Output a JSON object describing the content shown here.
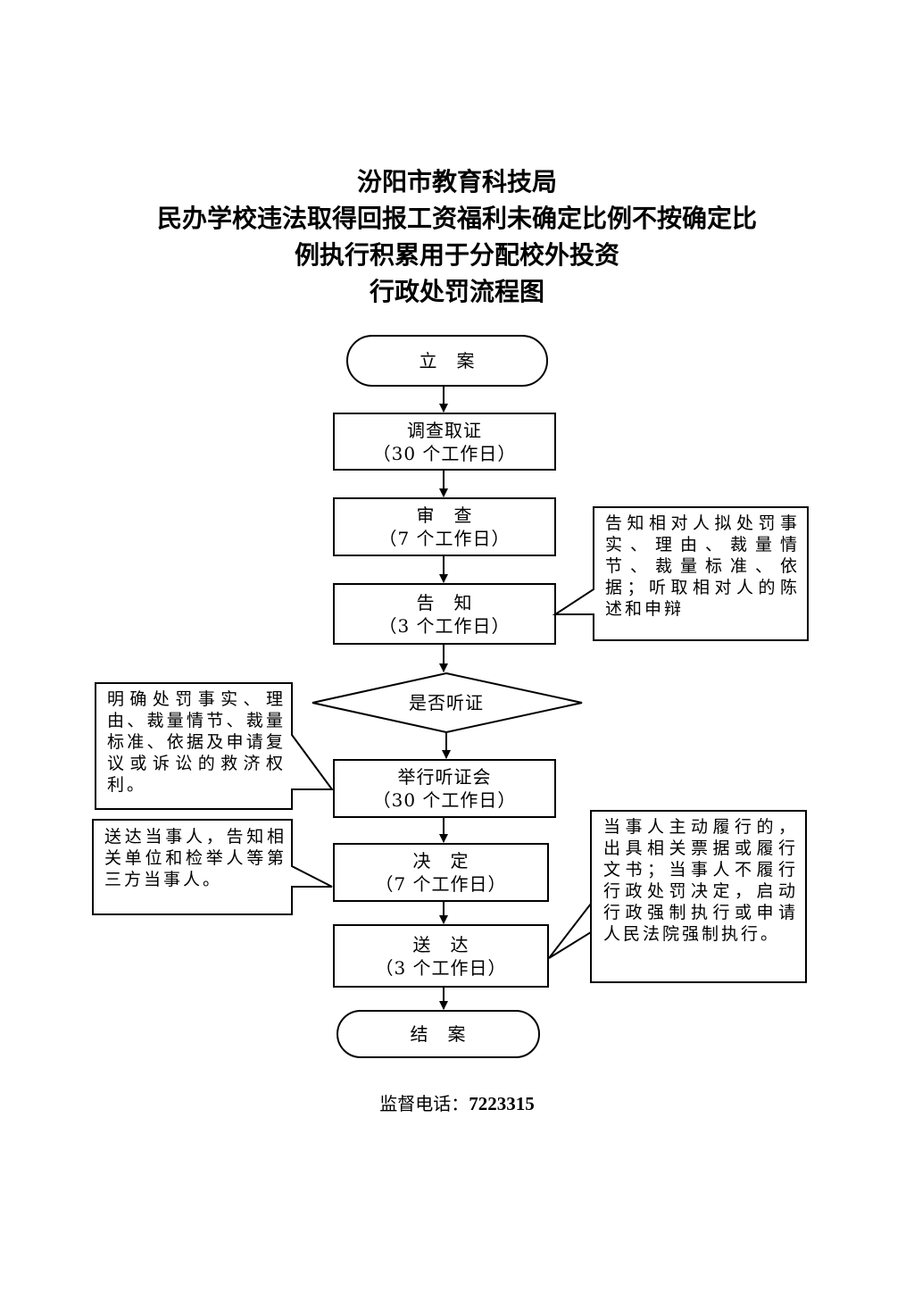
{
  "title": {
    "line1": "汾阳市教育科技局",
    "line2": "民办学校违法取得回报工资福利未确定比例不按确定比",
    "line3": "例执行积累用于分配校外投资",
    "line4": "行政处罚流程图"
  },
  "steps": {
    "start": {
      "label": "立　案"
    },
    "investigate": {
      "label": "调查取证",
      "duration": "（30 个工作日）"
    },
    "review": {
      "label": "审　查",
      "duration": "（7 个工作日）"
    },
    "notify": {
      "label": "告　知",
      "duration": "（3 个工作日）"
    },
    "hearing_decision": {
      "label": "是否听证"
    },
    "hearing": {
      "label": "举行听证会",
      "duration": "（30 个工作日）"
    },
    "decide": {
      "label": "决　定",
      "duration": "（7 个工作日）"
    },
    "deliver": {
      "label": "送　达",
      "duration": "（3 个工作日）"
    },
    "end": {
      "label": "结　案"
    }
  },
  "notes": {
    "notify_note": "告知相对人拟处罚事实、理由、裁量情节、裁量标准、依据；听取相对人的陈述和申辩",
    "hearing_note": "明确处罚事实、理由、裁量情节、裁量标准、依据及申请复议或诉讼的救济权利。",
    "decide_note": "送达当事人，告知相关单位和检举人等第三方当事人。",
    "deliver_note": "当事人主动履行的，出具相关票据或履行文书；当事人不履行行政处罚决定，启动行政强制执行或申请人民法院强制执行。"
  },
  "footer": {
    "label": "监督电话：",
    "phone": "7223315"
  }
}
